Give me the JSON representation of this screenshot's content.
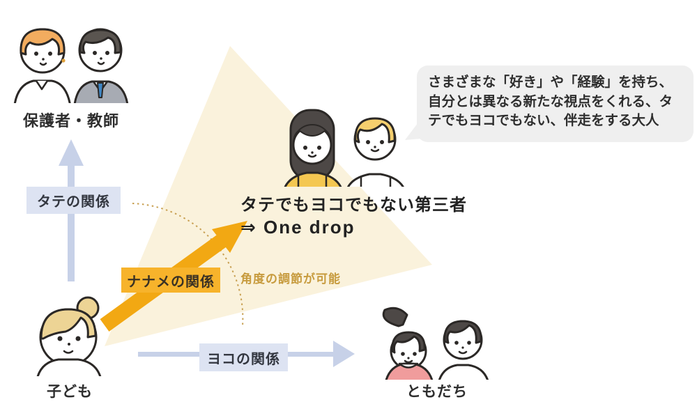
{
  "labels": {
    "parents_teachers": "保護者・教師",
    "child": "子ども",
    "friends": "ともだち"
  },
  "relations": {
    "vertical": "タテの関係",
    "horizontal": "ヨコの関係",
    "diagonal": "ナナメの関係"
  },
  "center": {
    "heading": "タテでもヨコでもない第三者",
    "subheading": "⇒ One drop",
    "note": "角度の調節が可能"
  },
  "speech_bubble": {
    "text": "さまざまな「好き」や「経験」を持ち、自分とは異なる新たな視点をくれる、タテでもヨコでもない、伴走をする大人"
  },
  "colors": {
    "diagonal_arrow": "#f2a813",
    "diagonal_label_bg": "#f7b32b",
    "blue_arrow": "#c7d1e8",
    "blue_label_bg": "#dde3f2",
    "triangle_fill": "#faf2dc",
    "note_text": "#c79b3e",
    "bubble_bg": "#efefef",
    "text": "#2e2e2e"
  }
}
